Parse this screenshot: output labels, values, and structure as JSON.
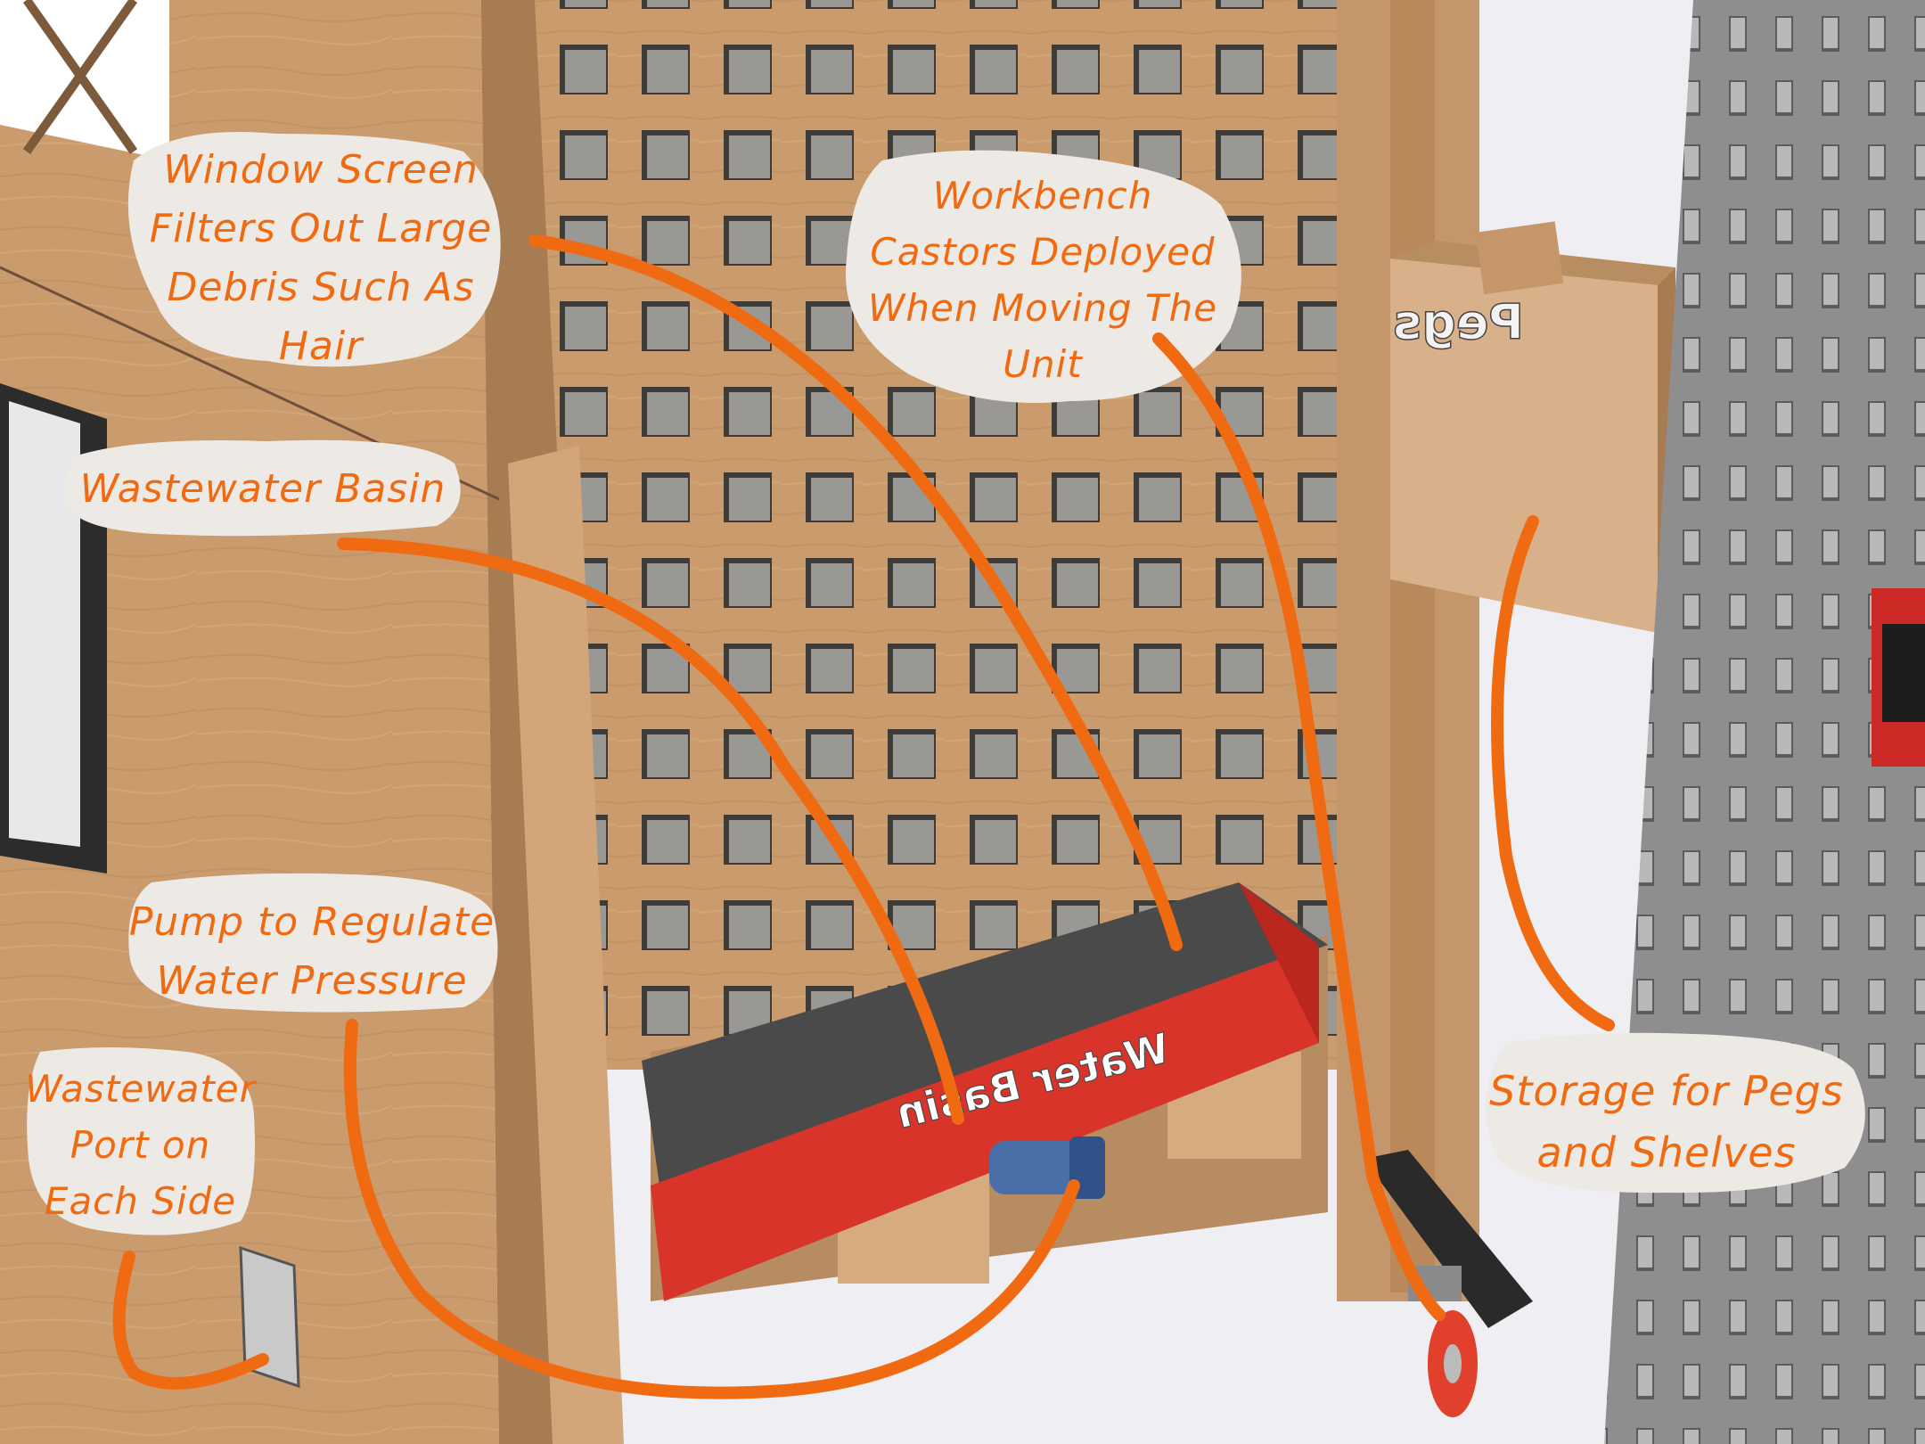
{
  "callouts": {
    "window_screen": "Window Screen\nFilters Out Large\nDebris Such As\nHair",
    "castors": "Workbench\nCastors Deployed\nWhen Moving The\nUnit",
    "wastewater_basin": "Wastewater Basin",
    "pump": "Pump to Regulate\nWater Pressure",
    "wastewater_port": "Wastewater\nPort on\nEach Side",
    "storage": "Storage for Pegs\nand Shelves"
  },
  "labels": {
    "water_basin": "Water Basin",
    "pegs": "Pegs"
  },
  "colors": {
    "annotation": "#f06a12",
    "wood": "#c89a6c",
    "basin_red": "#d8342a",
    "bubble": "#ede9e4"
  }
}
